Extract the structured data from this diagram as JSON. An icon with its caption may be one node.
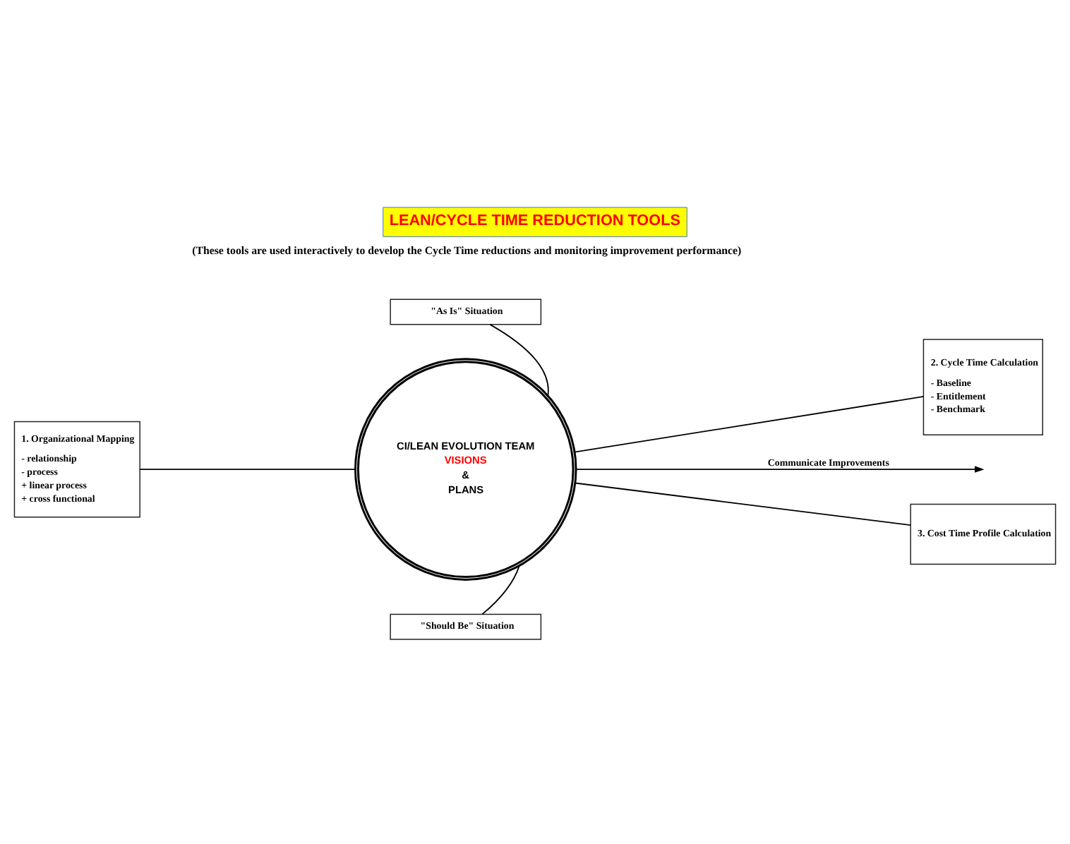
{
  "diagram": {
    "title": "LEAN/CYCLE TIME REDUCTION TOOLS",
    "nodes": [
      {
        "text": [
          "\"As Is\" Situation"
        ]
      },
      {
        "text": [
          "2. Cycle Time Calculation",
          "- Baseline",
          "- Entitlement",
          "- Benchmark"
        ]
      },
      {
        "text": [
          "1. Organizational Mapping",
          "- relationship",
          "- process",
          "+ linear process",
          "+ cross functional"
        ]
      },
      {
        "text": [
          "CI/LEAN EVOLUTION TEAM",
          "VISIONS",
          "&",
          "PLANS"
        ]
      },
      {
        "text": [
          "3. Cost Time Profile Calculation"
        ]
      },
      {
        "text": [
          "\"Should Be\" Situation"
        ]
      }
    ],
    "edges": [
      {
        "from": 0,
        "to": 3,
        "arrow": "none"
      },
      {
        "from": 3,
        "to": 1,
        "arrow": "none"
      },
      {
        "from": 2,
        "to": 3,
        "arrow": "none"
      },
      {
        "from": 3,
        "to": null,
        "arrow": "to",
        "label": "Communicate Improvements"
      },
      {
        "from": 3,
        "to": 4,
        "arrow": "none"
      },
      {
        "from": 3,
        "to": 5,
        "arrow": "none"
      }
    ],
    "labels": [
      "(These tools are used interactively to develop the Cycle Time reductions and monitoring improvement performance)"
    ]
  }
}
